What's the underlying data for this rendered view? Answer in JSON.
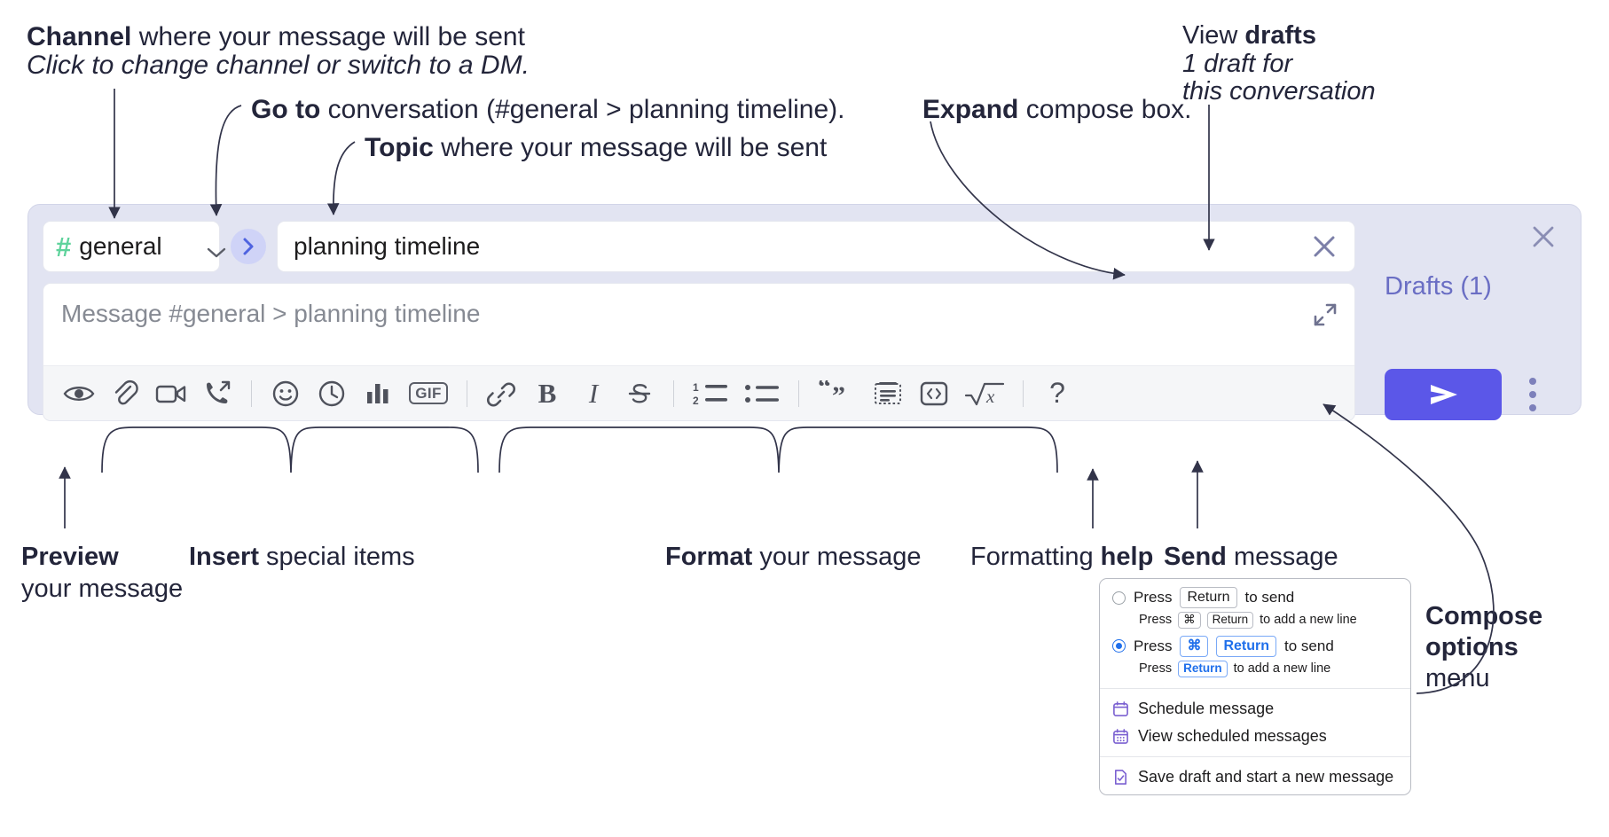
{
  "annotations": {
    "channel": {
      "bold": "Channel",
      "rest": " where your message will be sent",
      "italic": "Click to change channel or switch to a DM."
    },
    "goto": {
      "bold": "Go to",
      "rest": " conversation (#general > planning timeline)."
    },
    "topic": {
      "bold": "Topic",
      "rest": " where your message will be sent"
    },
    "expand": {
      "bold": "Expand",
      "rest": " compose box."
    },
    "drafts": {
      "plain": "View ",
      "bold": "drafts",
      "italic1": "1 draft for",
      "italic2": "this conversation"
    },
    "preview": {
      "bold": "Preview",
      "rest": "your message"
    },
    "insert": {
      "bold": "Insert",
      "rest": " special items"
    },
    "format": {
      "bold": "Format",
      "rest": " your message"
    },
    "formatting_help": {
      "plain": "Formatting ",
      "bold": "help"
    },
    "send": {
      "bold": "Send",
      "rest": " message"
    },
    "compose_options": {
      "bold1": "Compose",
      "bold2": "options",
      "rest": "menu"
    }
  },
  "compose": {
    "channel_chip": {
      "hash": "#",
      "name": "general",
      "chevron": "chevron-down-icon"
    },
    "goto_button_icon": "chevron-right-icon",
    "topic": {
      "value": "planning timeline",
      "clear_icon": "close-icon"
    },
    "message": {
      "placeholder": "Message #general > planning timeline",
      "value": ""
    },
    "expand_icon": "expand-icon",
    "panel_close_icon": "close-icon",
    "drafts_link": "Drafts (1)",
    "send_button_icon": "send-paper-plane-icon",
    "kebab_icon": "more-vertical-icon",
    "toolbar": [
      {
        "name": "preview-icon",
        "label": "Preview"
      },
      {
        "name": "attachment-icon",
        "label": "Attach file"
      },
      {
        "name": "video-icon",
        "label": "Video"
      },
      {
        "name": "call-icon",
        "label": "Call"
      },
      {
        "name": "separator",
        "label": ""
      },
      {
        "name": "emoji-icon",
        "label": "Emoji"
      },
      {
        "name": "clock-icon",
        "label": "Reminder"
      },
      {
        "name": "poll-icon",
        "label": "Poll"
      },
      {
        "name": "gif-icon",
        "label": "GIF"
      },
      {
        "name": "separator",
        "label": ""
      },
      {
        "name": "link-icon",
        "label": "Link"
      },
      {
        "name": "bold-icon",
        "label": "B"
      },
      {
        "name": "italic-icon",
        "label": "I"
      },
      {
        "name": "strikethrough-icon",
        "label": "S"
      },
      {
        "name": "separator",
        "label": ""
      },
      {
        "name": "ordered-list-icon",
        "label": "Ordered list"
      },
      {
        "name": "bulleted-list-icon",
        "label": "Bulleted list"
      },
      {
        "name": "separator",
        "label": ""
      },
      {
        "name": "blockquote-icon",
        "label": "Quote"
      },
      {
        "name": "code-block-icon",
        "label": "Code block"
      },
      {
        "name": "inline-code-icon",
        "label": "Code"
      },
      {
        "name": "latex-icon",
        "label": "Math"
      },
      {
        "name": "separator",
        "label": ""
      },
      {
        "name": "help-icon",
        "label": "?"
      }
    ]
  },
  "colors": {
    "panel_bg": "#e2e4f2",
    "send_button": "#5b57e8",
    "hash_green": "#5fd39c",
    "drafts_text": "#6a6ec4",
    "goto_circle": "#cfd3f7",
    "menu_accent_blue": "#1f6feb",
    "menu_icon_purple": "#7b61d1"
  },
  "menu": {
    "options": [
      {
        "selected": false,
        "main_prefix": "Press",
        "main_keys": [
          "Return"
        ],
        "main_suffix": "to send",
        "sub_prefix": "Press",
        "sub_keys": [
          "⌘",
          "Return"
        ],
        "sub_suffix": "to add a new line"
      },
      {
        "selected": true,
        "main_prefix": "Press",
        "main_keys": [
          "⌘",
          "Return"
        ],
        "main_suffix": "to send",
        "sub_prefix": "Press",
        "sub_keys": [
          "Return"
        ],
        "sub_suffix": "to add a new line"
      }
    ],
    "items": [
      {
        "icon": "calendar-schedule-icon",
        "label": "Schedule message"
      },
      {
        "icon": "calendar-grid-icon",
        "label": "View scheduled messages"
      },
      {
        "icon": "save-draft-icon",
        "label": "Save draft and start a new message"
      }
    ]
  }
}
